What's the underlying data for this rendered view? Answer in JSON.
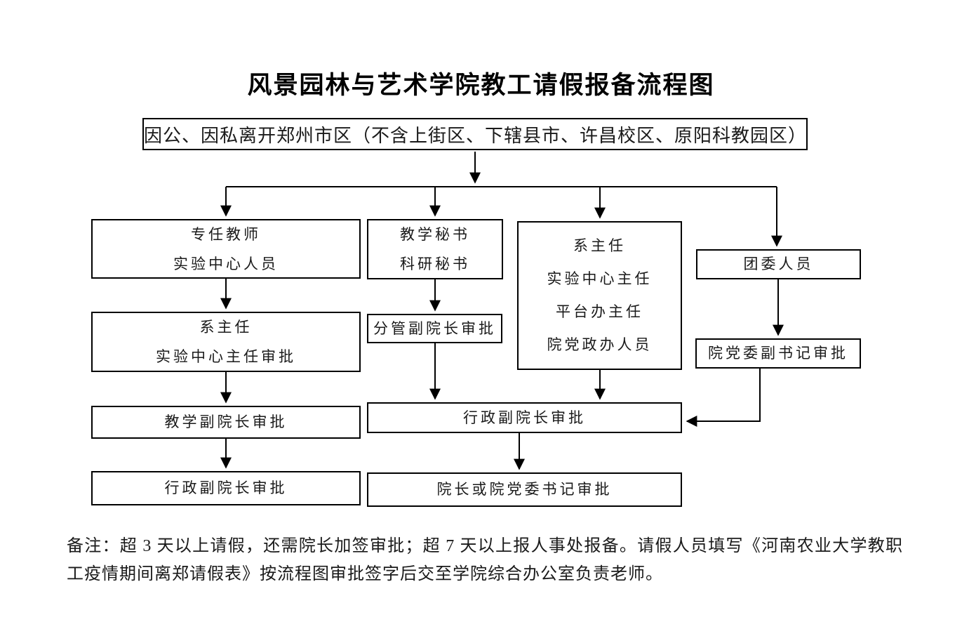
{
  "title": "风景园林与艺术学院教工请假报备流程图",
  "nodes": {
    "start": {
      "lines": [
        "因公、因私离开郑州市区（不含上街区、下辖县市、许昌校区、原阳科教园区）"
      ]
    },
    "teachers": {
      "lines": [
        "专任教师",
        "实验中心人员"
      ]
    },
    "dept_head_approval": {
      "lines": [
        "系主任",
        "实验中心主任审批"
      ]
    },
    "teaching_vice_dean_approval": {
      "lines": [
        "教学副院长审批"
      ]
    },
    "admin_vice_dean_approval_left": {
      "lines": [
        "行政副院长审批"
      ]
    },
    "secretaries": {
      "lines": [
        "教学秘书",
        "科研秘书"
      ]
    },
    "charge_vice_dean_approval": {
      "lines": [
        "分管副院长审批"
      ]
    },
    "dept_group": {
      "lines": [
        "系主任",
        "实验中心主任",
        "平台办主任",
        "院党政办人员"
      ]
    },
    "youth_league": {
      "lines": [
        "团委人员"
      ]
    },
    "party_vice_secretary_approval": {
      "lines": [
        "院党委副书记审批"
      ]
    },
    "admin_vice_dean_approval_main": {
      "lines": [
        "行政副院长审批"
      ]
    },
    "dean_or_party_secretary_approval": {
      "lines": [
        "院长或院党委书记审批"
      ]
    }
  },
  "note": "备注：超 3 天以上请假，还需院长加签审批；超 7 天以上报人事处报备。请假人员填写《河南农业大学教职工疫情期间离郑请假表》按流程图审批签字后交至学院综合办公室负责老师。",
  "line_color": "#000000"
}
